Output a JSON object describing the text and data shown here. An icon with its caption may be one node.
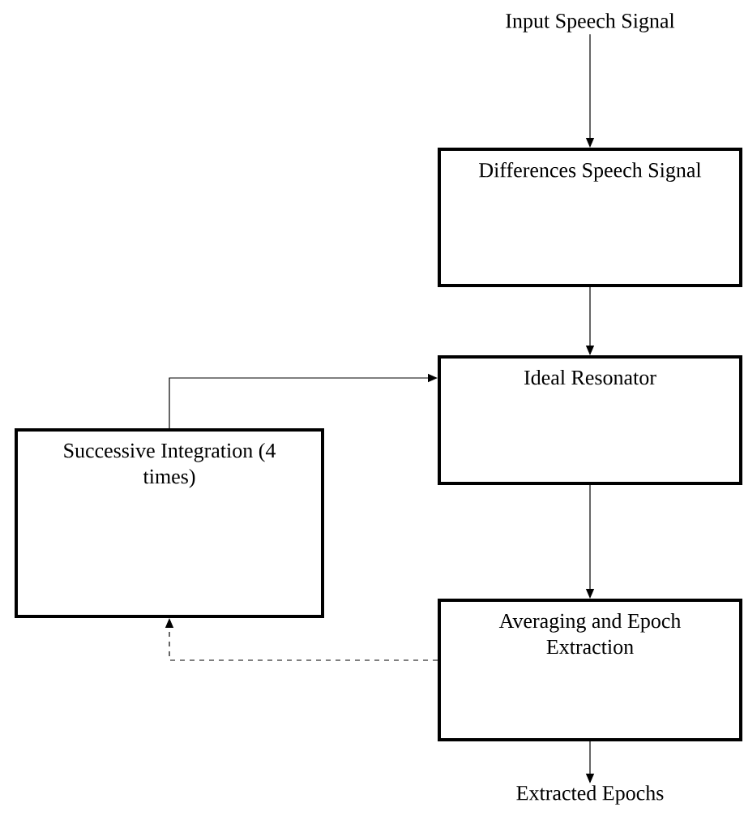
{
  "diagram": {
    "nodes": [
      {
        "text": [
          "Input Speech Signal"
        ]
      },
      {
        "text": [
          "Differences Speech Signal"
        ]
      },
      {
        "text": [
          "Ideal Resonator"
        ]
      },
      {
        "text": [
          "Successive Integration (4 times)"
        ]
      },
      {
        "text": [
          "Averaging and Epoch Extraction"
        ]
      },
      {
        "text": [
          "Extracted Epochs"
        ]
      }
    ],
    "edges": [
      {
        "from": 0,
        "to": 1,
        "arrow": "to"
      },
      {
        "from": 1,
        "to": 2,
        "arrow": "to"
      },
      {
        "from": 3,
        "to": 2,
        "arrow": "to"
      },
      {
        "from": 2,
        "to": 4,
        "arrow": "to"
      },
      {
        "from": 4,
        "to": 3,
        "arrow": "to",
        "style": "dashed"
      },
      {
        "from": 4,
        "to": 5,
        "arrow": "to"
      }
    ]
  }
}
